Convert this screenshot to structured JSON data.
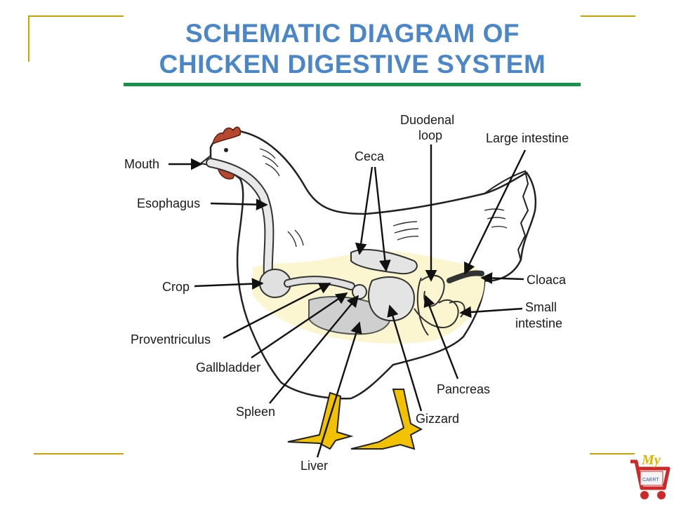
{
  "title": {
    "line1": "SCHEMATIC DIAGRAM OF",
    "line2": "CHICKEN DIGESTIVE SYSTEM"
  },
  "labels": {
    "mouth": "Mouth",
    "esophagus": "Esophagus",
    "crop": "Crop",
    "proventriculus": "Proventriculus",
    "gallbladder": "Gallbladder",
    "spleen": "Spleen",
    "liver": "Liver",
    "gizzard": "Gizzard",
    "pancreas": "Pancreas",
    "small_intestine_1": "Small",
    "small_intestine_2": "intestine",
    "cloaca": "Cloaca",
    "large_intestine": "Large intestine",
    "duodenal_loop_1": "Duodenal",
    "duodenal_loop_2": "loop",
    "ceca": "Ceca"
  },
  "logo": {
    "text_my": "My",
    "text_brand": "CAERT"
  },
  "colors": {
    "title": "#4a86c8",
    "rule": "#17924a",
    "frame": "#c8a400",
    "comb": "#b5482d",
    "feet": "#f2c200",
    "organs": "#d9d9d9",
    "glow": "#fbf6cf"
  }
}
